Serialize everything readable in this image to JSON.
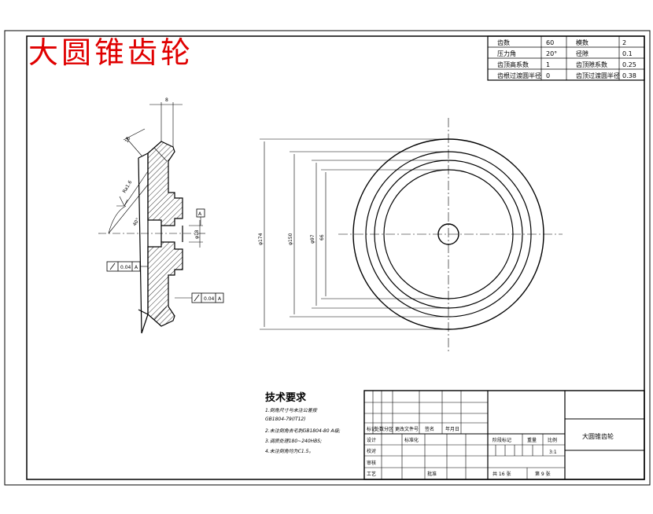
{
  "drawing_title": "大圆锥齿轮",
  "param_table": [
    {
      "name": "齿数",
      "value": "60",
      "name2": "模数",
      "value2": "2"
    },
    {
      "name": "压力角",
      "value": "20°",
      "name2": "径隙",
      "value2": "0.1"
    },
    {
      "name": "齿顶高系数",
      "value": "1",
      "name2": "齿顶隙系数",
      "value2": "0.25"
    },
    {
      "name": "齿根过渡圆半径",
      "value": "0",
      "name2": "齿顶过渡圆半径",
      "value2": "0.38"
    }
  ],
  "section_dims": {
    "width_top": "8",
    "face": "16",
    "roughness": "Ra1.6",
    "angle": "40°",
    "bore": "φ18",
    "datum": "A",
    "tol1": "0.04",
    "tol2": "0.04"
  },
  "plan_dims": {
    "d1": "φ174",
    "d2": "φ150",
    "d3": "φ97",
    "d4": "66"
  },
  "tech_requirements": {
    "title": "技术要求",
    "items": [
      "1.倒角尺寸与未注公差按",
      "GB1804-79(IT12)",
      "2.未注倒角去毛刺GB1804-80 A级;",
      "3.调质处理180~240HBS;",
      "4.未注倒角均为C1.5。"
    ]
  },
  "title_block": {
    "part_name": "大圆锥齿轮",
    "row_labels": [
      "标记",
      "处数",
      "分区",
      "更改文件号",
      "签名",
      "年月日"
    ],
    "left_labels": [
      "设计",
      "校对",
      "审核",
      "工艺"
    ],
    "std_label": "标准化",
    "approve_label": "批准",
    "stage_label": "阶段标记",
    "weight_label": "重量",
    "scale_label": "比例",
    "scale_value": "3:1",
    "sheets_total": "共 16 张",
    "sheet_no": "第 9 张"
  }
}
